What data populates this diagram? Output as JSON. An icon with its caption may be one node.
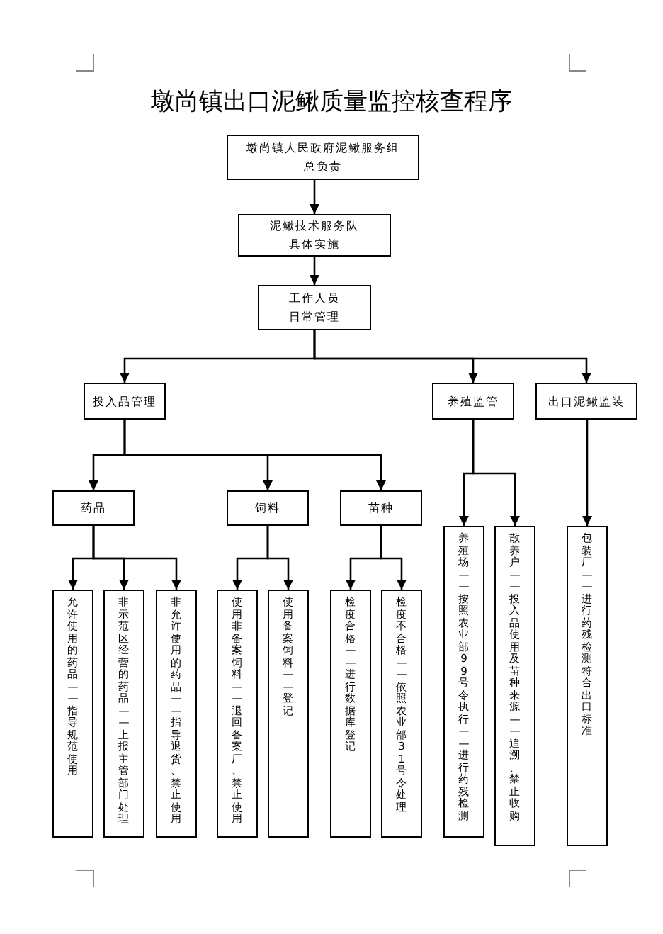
{
  "diagram": {
    "title": "墩尚镇出口泥鳅质量监控核查程序",
    "nodes": [
      {
        "text": [
          "墩尚镇人民政府泥鳅服务组",
          "总负责"
        ]
      },
      {
        "text": [
          "泥鳅技术服务队",
          "具体实施"
        ]
      },
      {
        "text": [
          "工作人员",
          "日常管理"
        ]
      },
      {
        "text": [
          "投入品管理"
        ]
      },
      {
        "text": [
          "养殖监管"
        ]
      },
      {
        "text": [
          "出口泥鳅监装"
        ]
      },
      {
        "text": [
          "药品"
        ]
      },
      {
        "text": [
          "饲料"
        ]
      },
      {
        "text": [
          "苗种"
        ]
      },
      {
        "text": [
          "允许使用的药品——指导规范使用"
        ]
      },
      {
        "text": [
          "非示范区经营的药品——上报主管部门处理"
        ]
      },
      {
        "text": [
          "非允许使用的药品——指导退货、禁止使用"
        ]
      },
      {
        "text": [
          "使用非备案饲料——退回备案厂、禁止使用"
        ]
      },
      {
        "text": [
          "使用备案饲料——登记"
        ]
      },
      {
        "text": [
          "检疫合格——进行数据库登记"
        ]
      },
      {
        "text": [
          "检疫不合格——依照农业部31号令处理"
        ]
      },
      {
        "text": [
          "养殖场——按照农业部99号令执行——进行药残检测"
        ]
      },
      {
        "text": [
          "散养户——投入品使用及苗种来源——追溯、禁止收购"
        ]
      },
      {
        "text": [
          "包装厂——进行药残检测符合出口标准"
        ]
      }
    ],
    "edges": [
      {
        "from": 0,
        "to": 1,
        "arrow": "to"
      },
      {
        "from": 1,
        "to": 2,
        "arrow": "to"
      },
      {
        "from": 2,
        "to": 3,
        "arrow": "to"
      },
      {
        "from": 2,
        "to": 4,
        "arrow": "to"
      },
      {
        "from": 2,
        "to": 5,
        "arrow": "to"
      },
      {
        "from": 3,
        "to": 6,
        "arrow": "to"
      },
      {
        "from": 3,
        "to": 7,
        "arrow": "to"
      },
      {
        "from": 3,
        "to": 8,
        "arrow": "to"
      },
      {
        "from": 6,
        "to": 9,
        "arrow": "to"
      },
      {
        "from": 6,
        "to": 10,
        "arrow": "to"
      },
      {
        "from": 6,
        "to": 11,
        "arrow": "to"
      },
      {
        "from": 7,
        "to": 12,
        "arrow": "to"
      },
      {
        "from": 7,
        "to": 13,
        "arrow": "to"
      },
      {
        "from": 8,
        "to": 14,
        "arrow": "to"
      },
      {
        "from": 8,
        "to": 15,
        "arrow": "to"
      },
      {
        "from": 4,
        "to": 16,
        "arrow": "to"
      },
      {
        "from": 4,
        "to": 17,
        "arrow": "to"
      },
      {
        "from": 5,
        "to": 18,
        "arrow": "to"
      }
    ]
  }
}
